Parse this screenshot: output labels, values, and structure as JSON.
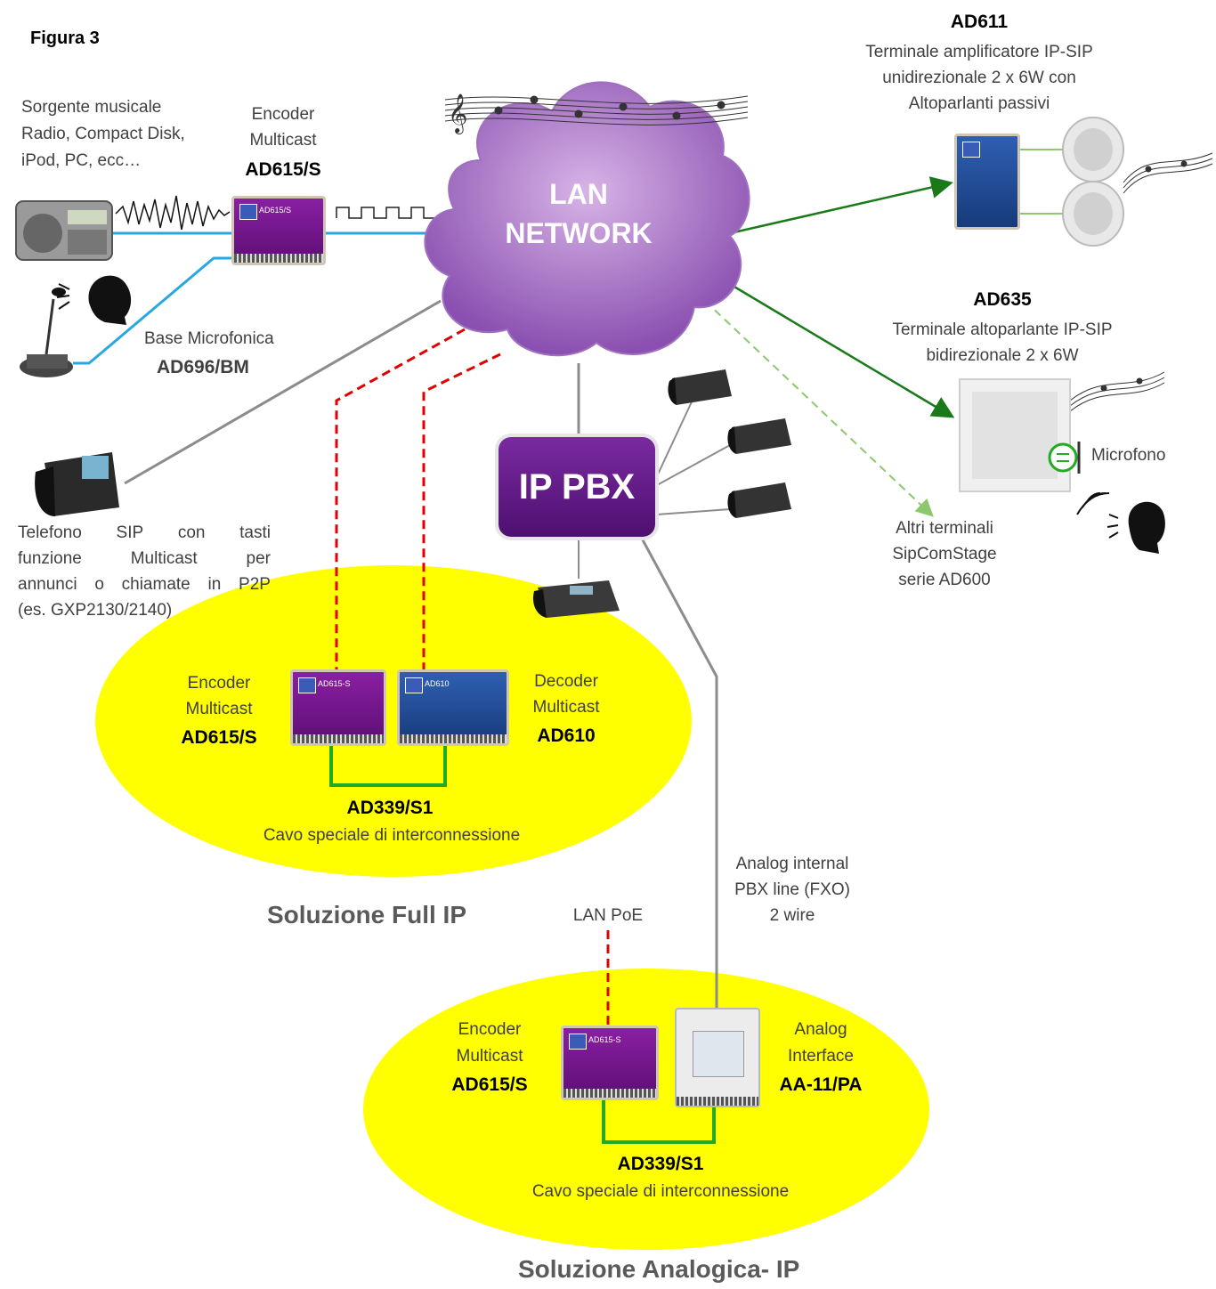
{
  "figure_label": "Figura 3",
  "top_left": {
    "music_source_lines": [
      "Sorgente musicale",
      "Radio, Compact Disk,",
      "iPod, PC, ecc…"
    ],
    "encoder_lines": [
      "Encoder",
      "Multicast"
    ],
    "encoder_model": "AD615/S",
    "mic_base_label": "Base Microfonica",
    "mic_base_model": "AD696/BM"
  },
  "cloud": {
    "line1": "LAN",
    "line2": "NETWORK"
  },
  "pbx": {
    "label": "IP PBX"
  },
  "ad611": {
    "model": "AD611",
    "desc_lines": [
      "Terminale amplificatore IP-SIP",
      "unidirezionale 2 x 6W con",
      "Altoparlanti passivi"
    ]
  },
  "ad635": {
    "model": "AD635",
    "desc_lines": [
      "Terminale altoparlante IP-SIP",
      "bidirezionale 2 x 6W"
    ],
    "mic_label": "Microfono"
  },
  "other_terminals_lines": [
    "Altri terminali",
    "SipComStage",
    "serie AD600"
  ],
  "sip_phone": {
    "line1_words": [
      "Telefono",
      "SIP",
      "con",
      "tasti"
    ],
    "line2_words": [
      "funzione",
      "Multicast",
      "per"
    ],
    "line3_words": [
      "annunci",
      "o",
      "chiamate",
      "in",
      "P2P"
    ],
    "line4": "(es. GXP2130/2140)"
  },
  "full_ip": {
    "encoder_lines": [
      "Encoder",
      "Multicast"
    ],
    "encoder_model": "AD615/S",
    "decoder_lines": [
      "Decoder",
      "Multicast"
    ],
    "decoder_model": "AD610",
    "cable_model": "AD339/S1",
    "cable_desc": "Cavo speciale di interconnessione",
    "title": "Soluzione Full IP"
  },
  "lan_poe": "LAN PoE",
  "analog_line_lines": [
    "Analog internal",
    "PBX line (FXO)",
    "2 wire"
  ],
  "analog_ip": {
    "encoder_lines": [
      "Encoder",
      "Multicast"
    ],
    "encoder_model": "AD615/S",
    "interface_lines": [
      "Analog",
      "Interface"
    ],
    "interface_model": "AA-11/PA",
    "cable_model": "AD339/S1",
    "cable_desc": "Cavo speciale di interconnessione",
    "title": "Soluzione Analogica- IP"
  },
  "device_texts": {
    "encoder_top": "AD615/S",
    "encoder_full": "AD615-S",
    "decoder_full": "AD610",
    "encoder_analog": "AD615-S"
  },
  "colors": {
    "purple": "#6a1b8a",
    "yellow": "#ffff00",
    "lan_blue": "#29a8e0",
    "green": "#1a7a1a",
    "red_dash": "#e00000",
    "grey_line": "#8c8c8c"
  }
}
